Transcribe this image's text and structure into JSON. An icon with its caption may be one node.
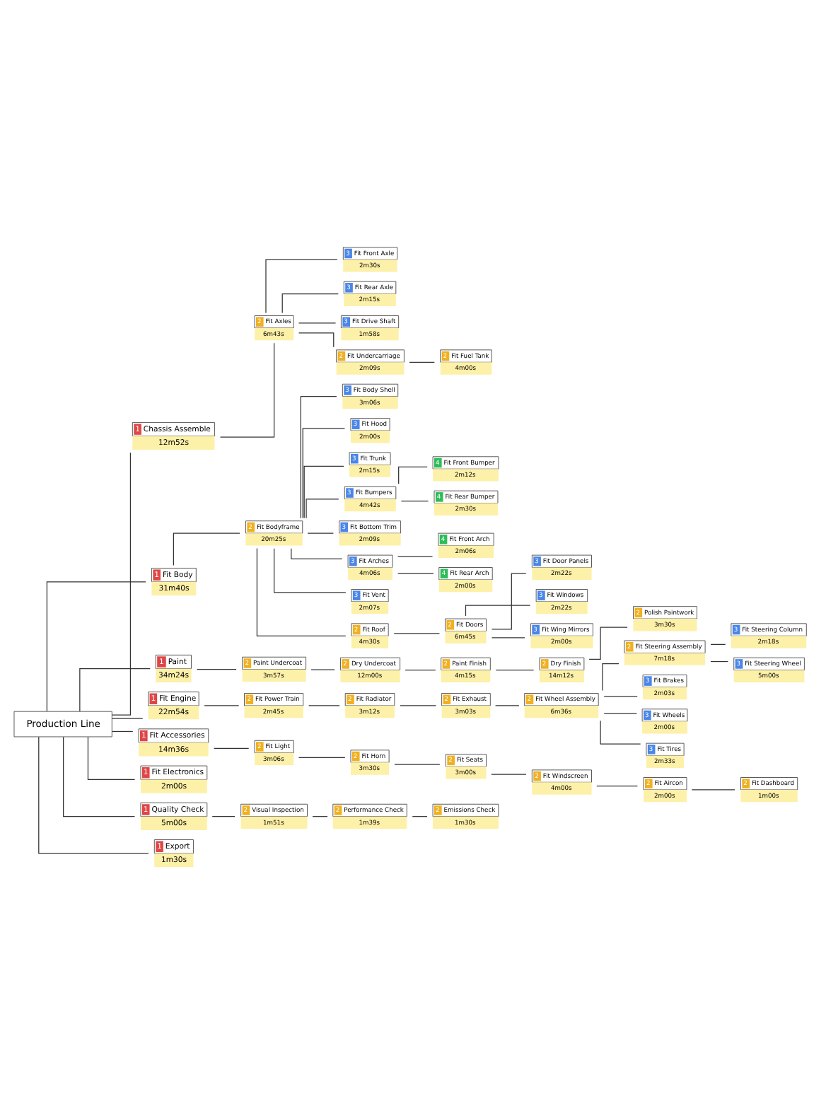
{
  "diagram": {
    "nodes": [
      {
        "text": [
          "Production Line"
        ]
      },
      {
        "text": [
          "1",
          "Chassis Assemble",
          "12m52s"
        ]
      },
      {
        "text": [
          "2",
          "Fit Axles",
          "6m43s"
        ]
      },
      {
        "text": [
          "3",
          "Fit Front Axle",
          "2m30s"
        ]
      },
      {
        "text": [
          "3",
          "Fit Rear Axle",
          "2m15s"
        ]
      },
      {
        "text": [
          "3",
          "Fit Drive Shaft",
          "1m58s"
        ]
      },
      {
        "text": [
          "2",
          "Fit Undercarriage",
          "2m09s"
        ]
      },
      {
        "text": [
          "2",
          "Fit Fuel Tank",
          "4m00s"
        ]
      },
      {
        "text": [
          "1",
          "Fit Body",
          "31m40s"
        ]
      },
      {
        "text": [
          "2",
          "Fit Bodyframe",
          "20m25s"
        ]
      },
      {
        "text": [
          "3",
          "Fit Body Shell",
          "3m06s"
        ]
      },
      {
        "text": [
          "3",
          "Fit Hood",
          "2m00s"
        ]
      },
      {
        "text": [
          "3",
          "Fit Trunk",
          "2m15s"
        ]
      },
      {
        "text": [
          "3",
          "Fit Bumpers",
          "4m42s"
        ]
      },
      {
        "text": [
          "4",
          "Fit Front Bumper",
          "2m12s"
        ]
      },
      {
        "text": [
          "4",
          "Fit Rear Bumper",
          "2m30s"
        ]
      },
      {
        "text": [
          "3",
          "Fit Bottom Trim",
          "2m09s"
        ]
      },
      {
        "text": [
          "3",
          "Fit Arches",
          "4m06s"
        ]
      },
      {
        "text": [
          "4",
          "Fit Front Arch",
          "2m06s"
        ]
      },
      {
        "text": [
          "4",
          "Fit Rear Arch",
          "2m00s"
        ]
      },
      {
        "text": [
          "3",
          "Fit Vent",
          "2m07s"
        ]
      },
      {
        "text": [
          "2",
          "Fit Roof",
          "4m30s"
        ]
      },
      {
        "text": [
          "2",
          "Fit Doors",
          "6m45s"
        ]
      },
      {
        "text": [
          "3",
          "Fit Door Panels",
          "2m22s"
        ]
      },
      {
        "text": [
          "3",
          "Fit Windows",
          "2m22s"
        ]
      },
      {
        "text": [
          "3",
          "Fit Wing Mirrors",
          "2m00s"
        ]
      },
      {
        "text": [
          "1",
          "Paint",
          "34m24s"
        ]
      },
      {
        "text": [
          "2",
          "Paint Undercoat",
          "3m57s"
        ]
      },
      {
        "text": [
          "2",
          "Dry Undercoat",
          "12m00s"
        ]
      },
      {
        "text": [
          "2",
          "Paint Finish",
          "4m15s"
        ]
      },
      {
        "text": [
          "2",
          "Dry Finish",
          "14m12s"
        ]
      },
      {
        "text": [
          "2",
          "Polish Paintwork",
          "3m30s"
        ]
      },
      {
        "text": [
          "1",
          "Fit Engine",
          "22m54s"
        ]
      },
      {
        "text": [
          "2",
          "Fit Power Train",
          "2m45s"
        ]
      },
      {
        "text": [
          "2",
          "Fit Radiator",
          "3m12s"
        ]
      },
      {
        "text": [
          "2",
          "Fit Exhaust",
          "3m03s"
        ]
      },
      {
        "text": [
          "2",
          "Fit Wheel Assembly",
          "6m36s"
        ]
      },
      {
        "text": [
          "2",
          "Fit Steering Assembly",
          "7m18s"
        ]
      },
      {
        "text": [
          "3",
          "Fit Steering Column",
          "2m18s"
        ]
      },
      {
        "text": [
          "3",
          "Fit Steering Wheel",
          "5m00s"
        ]
      },
      {
        "text": [
          "3",
          "Fit Brakes",
          "2m03s"
        ]
      },
      {
        "text": [
          "3",
          "Fit Wheels",
          "2m00s"
        ]
      },
      {
        "text": [
          "3",
          "Fit Tires",
          "2m33s"
        ]
      },
      {
        "text": [
          "1",
          "Fit Accessories",
          "14m36s"
        ]
      },
      {
        "text": [
          "2",
          "Fit Light",
          "3m06s"
        ]
      },
      {
        "text": [
          "2",
          "Fit Horn",
          "3m30s"
        ]
      },
      {
        "text": [
          "2",
          "Fit Seats",
          "3m00s"
        ]
      },
      {
        "text": [
          "2",
          "Fit Windscreen",
          "4m00s"
        ]
      },
      {
        "text": [
          "2",
          "Fit Aircon",
          "2m00s"
        ]
      },
      {
        "text": [
          "2",
          "Fit Dashboard",
          "1m00s"
        ]
      },
      {
        "text": [
          "1",
          "Fit Electronics",
          "2m00s"
        ]
      },
      {
        "text": [
          "1",
          "Quality Check",
          "5m00s"
        ]
      },
      {
        "text": [
          "2",
          "Visual Inspection",
          "1m51s"
        ]
      },
      {
        "text": [
          "2",
          "Performance Check",
          "1m39s"
        ]
      },
      {
        "text": [
          "2",
          "Emissions Check",
          "1m30s"
        ]
      },
      {
        "text": [
          "1",
          "Export",
          "1m30s"
        ]
      }
    ],
    "edges": [
      {
        "from": 0,
        "to": 1,
        "arrow": "none"
      },
      {
        "from": 1,
        "to": 2,
        "arrow": "none"
      },
      {
        "from": 2,
        "to": 3,
        "arrow": "none"
      },
      {
        "from": 2,
        "to": 4,
        "arrow": "none"
      },
      {
        "from": 2,
        "to": 5,
        "arrow": "none"
      },
      {
        "from": 2,
        "to": 6,
        "arrow": "none"
      },
      {
        "from": 6,
        "to": 7,
        "arrow": "none"
      },
      {
        "from": 0,
        "to": 8,
        "arrow": "none"
      },
      {
        "from": 8,
        "to": 9,
        "arrow": "none"
      },
      {
        "from": 9,
        "to": 10,
        "arrow": "none"
      },
      {
        "from": 9,
        "to": 11,
        "arrow": "none"
      },
      {
        "from": 9,
        "to": 12,
        "arrow": "none"
      },
      {
        "from": 9,
        "to": 13,
        "arrow": "none"
      },
      {
        "from": 13,
        "to": 14,
        "arrow": "none"
      },
      {
        "from": 13,
        "to": 15,
        "arrow": "none"
      },
      {
        "from": 9,
        "to": 16,
        "arrow": "none"
      },
      {
        "from": 9,
        "to": 17,
        "arrow": "none"
      },
      {
        "from": 17,
        "to": 18,
        "arrow": "none"
      },
      {
        "from": 17,
        "to": 19,
        "arrow": "none"
      },
      {
        "from": 9,
        "to": 20,
        "arrow": "none"
      },
      {
        "from": 9,
        "to": 21,
        "arrow": "none"
      },
      {
        "from": 21,
        "to": 22,
        "arrow": "none"
      },
      {
        "from": 22,
        "to": 23,
        "arrow": "none"
      },
      {
        "from": 22,
        "to": 24,
        "arrow": "none"
      },
      {
        "from": 22,
        "to": 25,
        "arrow": "none"
      },
      {
        "from": 0,
        "to": 26,
        "arrow": "none"
      },
      {
        "from": 26,
        "to": 27,
        "arrow": "none"
      },
      {
        "from": 27,
        "to": 28,
        "arrow": "none"
      },
      {
        "from": 28,
        "to": 29,
        "arrow": "none"
      },
      {
        "from": 29,
        "to": 30,
        "arrow": "none"
      },
      {
        "from": 30,
        "to": 31,
        "arrow": "none"
      },
      {
        "from": 0,
        "to": 32,
        "arrow": "none"
      },
      {
        "from": 32,
        "to": 33,
        "arrow": "none"
      },
      {
        "from": 33,
        "to": 34,
        "arrow": "none"
      },
      {
        "from": 34,
        "to": 35,
        "arrow": "none"
      },
      {
        "from": 35,
        "to": 36,
        "arrow": "none"
      },
      {
        "from": 36,
        "to": 37,
        "arrow": "none"
      },
      {
        "from": 37,
        "to": 38,
        "arrow": "none"
      },
      {
        "from": 37,
        "to": 39,
        "arrow": "none"
      },
      {
        "from": 36,
        "to": 40,
        "arrow": "none"
      },
      {
        "from": 36,
        "to": 41,
        "arrow": "none"
      },
      {
        "from": 36,
        "to": 42,
        "arrow": "none"
      },
      {
        "from": 0,
        "to": 43,
        "arrow": "none"
      },
      {
        "from": 43,
        "to": 44,
        "arrow": "none"
      },
      {
        "from": 44,
        "to": 45,
        "arrow": "none"
      },
      {
        "from": 45,
        "to": 46,
        "arrow": "none"
      },
      {
        "from": 46,
        "to": 47,
        "arrow": "none"
      },
      {
        "from": 47,
        "to": 48,
        "arrow": "none"
      },
      {
        "from": 48,
        "to": 49,
        "arrow": "none"
      },
      {
        "from": 0,
        "to": 50,
        "arrow": "none"
      },
      {
        "from": 0,
        "to": 51,
        "arrow": "none"
      },
      {
        "from": 51,
        "to": 52,
        "arrow": "none"
      },
      {
        "from": 52,
        "to": 53,
        "arrow": "none"
      },
      {
        "from": 53,
        "to": 54,
        "arrow": "none"
      },
      {
        "from": 0,
        "to": 55,
        "arrow": "none"
      }
    ]
  }
}
